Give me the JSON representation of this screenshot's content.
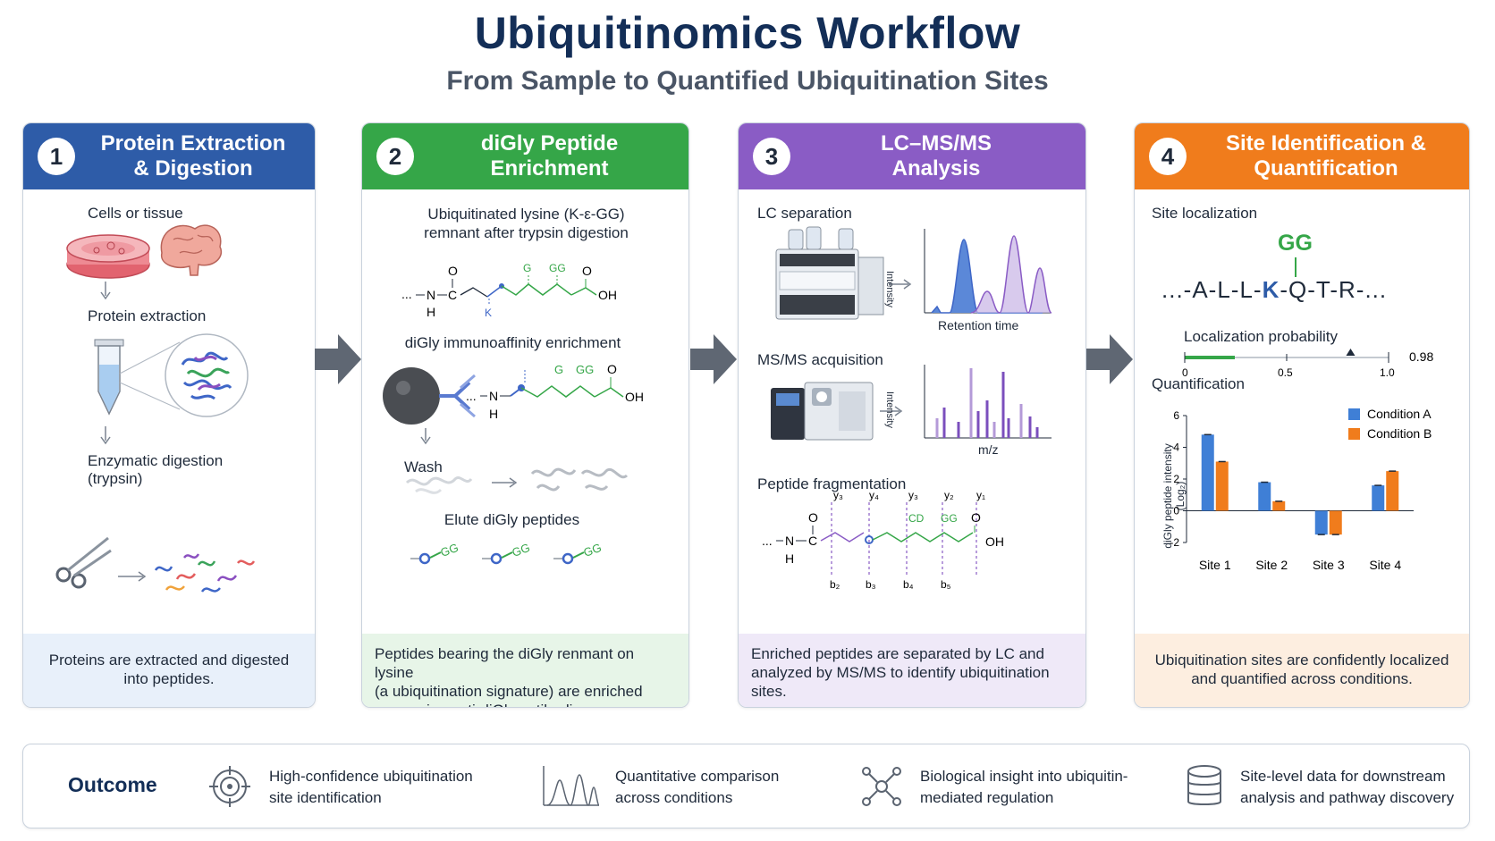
{
  "header": {
    "title": "Ubiquitinomics Workflow",
    "subtitle": "From Sample to Quantified Ubiquitination Sites"
  },
  "panels": [
    {
      "number": "1",
      "title_line1": "Protein Extraction",
      "title_line2": "& Digestion",
      "color": "#2e5ca8",
      "labels": {
        "cells": "Cells or tissue",
        "extraction": "Protein extraction",
        "digestion_line1": "Enzymatic digestion",
        "digestion_line2": "(trypsin)"
      },
      "footer_line1": "Proteins are extracted and digested",
      "footer_line2": "into peptides."
    },
    {
      "number": "2",
      "title_line1": "diGly Peptide",
      "title_line2": "Enrichment",
      "color": "#35a648",
      "labels": {
        "remnant_line1": "Ubiquitinated lysine (K-ε-GG)",
        "remnant_line2": "remnant after trypsin digestion",
        "enrichment": "diGly immunoaffinity enrichment",
        "wash": "Wash",
        "elute": "Elute diGly peptides"
      },
      "structure": {
        "o": "O",
        "n": "N",
        "c": "C",
        "h": "H",
        "k": "K",
        "g": "G",
        "gg": "GG",
        "oh": "OH",
        "dots": "...",
        "elute_tag": "GG"
      },
      "footer_line1": "Peptides bearing the diGly renmant on lysine",
      "footer_line2": "(a ubiquitination signature) are enriched",
      "footer_line3": "using anti-diGly antibodies."
    },
    {
      "number": "3",
      "title_line1": "LC–MS/MS",
      "title_line2": "Analysis",
      "color": "#8a5cc5",
      "labels": {
        "lc": "LC separation",
        "msms": "MS/MS acquisition",
        "frag": "Peptide fragmentation",
        "retention": "Retention time",
        "mz": "m/z",
        "intensity": "Intensity"
      },
      "ions_y": [
        "y₃",
        "y₄",
        "y₃",
        "y₂",
        "y₁"
      ],
      "ions_b": [
        "b₂",
        "b₃",
        "b₄",
        "b₅"
      ],
      "frag_gg": "GG",
      "frag_cd": "CD",
      "footer_line1": "Enriched peptides are separated by LC and",
      "footer_line2": "analyzed by MS/MS to identify ubiquitination",
      "footer_line3": "sites."
    },
    {
      "number": "4",
      "title_line1": "Site Identification &",
      "title_line2": "Quantification",
      "color": "#f07c1c",
      "labels": {
        "localization": "Site localization",
        "gg": "GG",
        "sequence_pre": "...-A-L-L-",
        "sequence_k": "K",
        "sequence_post": "-Q-T-R-...",
        "prob": "Localization probability",
        "prob_value": "0.98",
        "prob_tick0": "0",
        "prob_tick1": "0.5",
        "prob_tick2": "1.0",
        "quant": "Quantification",
        "ylabel_line1": "diGly peptide intensity",
        "ylabel_line2": "(Log₂)"
      },
      "footer_line1": "Ubiquitination sites are confidently localized",
      "footer_line2": "and quantified across conditions."
    }
  ],
  "localization_probability": 0.98,
  "chart_data": {
    "type": "bar",
    "categories": [
      "Site 1",
      "Site 2",
      "Site 3",
      "Site 4"
    ],
    "series": [
      {
        "name": "Condition A",
        "values": [
          4.8,
          1.8,
          -1.5,
          1.6
        ],
        "color": "#3f7fd6"
      },
      {
        "name": "Condition B",
        "values": [
          3.1,
          0.6,
          -1.5,
          2.5
        ],
        "color": "#f07c1c"
      }
    ],
    "ylim": [
      -2,
      6
    ],
    "yticks": [
      "-2",
      "0",
      "2",
      "4",
      "6"
    ],
    "ylabel": "diGly peptide intensity (Log₂)",
    "legend": "top-right",
    "grid": false
  },
  "outcome": {
    "title": "Outcome",
    "items": [
      {
        "line1": "High-confidence ubiquitination",
        "line2": "site identification",
        "icon": "target-icon"
      },
      {
        "line1": "Quantitative comparison",
        "line2": "across conditions",
        "icon": "peaks-icon"
      },
      {
        "line1": "Biological insight into ubiquitin-",
        "line2": "mediated regulation",
        "icon": "network-icon"
      },
      {
        "line1": "Site-level data for downstream",
        "line2": "analysis and pathway discovery",
        "icon": "database-icon"
      }
    ]
  }
}
